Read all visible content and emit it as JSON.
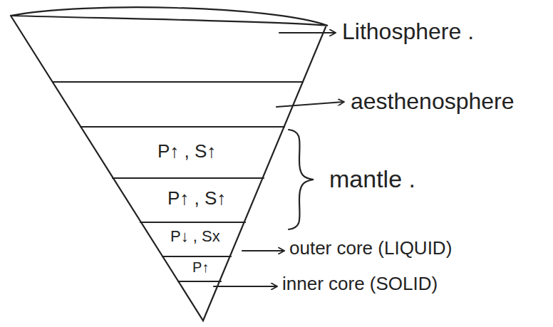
{
  "diagram": {
    "labels": [
      "Lithosphere .",
      "aesthenosphere",
      "P↑ , S↑",
      "mantle .",
      "P↑ , S↑",
      "P↓ , Sx",
      "outer core (LIQUID)",
      "P↑",
      "inner core (SOLID)"
    ]
  }
}
